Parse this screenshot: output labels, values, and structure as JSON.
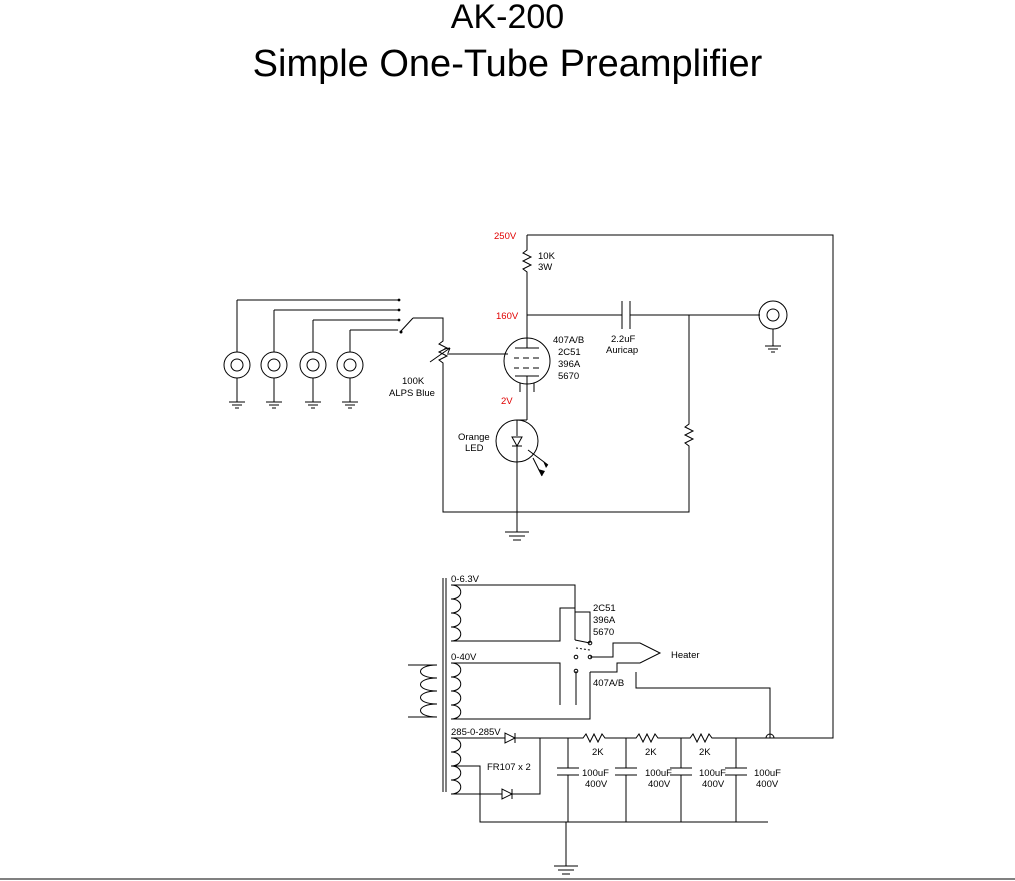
{
  "title": {
    "line1": "AK-200",
    "line2": "Simple One-Tube Preamplifier"
  },
  "colors": {
    "voltage_label": "#e00000",
    "wire": "#000000"
  },
  "labels": {
    "v250": "250V",
    "v160": "160V",
    "v2": "2V",
    "r_plate_value": "10K",
    "r_plate_power": "3W",
    "cap_value": "2.2uF",
    "cap_brand": "Auricap",
    "tube_1": "407A/B",
    "tube_2": "2C51",
    "tube_3": "396A",
    "tube_4": "5670",
    "pot_value": "100K",
    "pot_brand": "ALPS Blue",
    "led_1": "Orange",
    "led_2": "LED",
    "sec_heater": "0-6.3V",
    "sec_40": "0-40V",
    "sec_hv": "285-0-285V",
    "heat_1": "2C51",
    "heat_2": "396A",
    "heat_3": "5670",
    "heat_4": "407A/B",
    "heater": "Heater",
    "diodes": "FR107 x 2",
    "r_filter_1": "2K",
    "r_filter_2": "2K",
    "r_filter_3": "2K",
    "c1_value": "100uF",
    "c1_volt": "400V",
    "c2_value": "100uF",
    "c2_volt": "400V",
    "c3_value": "100uF",
    "c3_volt": "400V",
    "c4_value": "100uF",
    "c4_volt": "400V"
  }
}
